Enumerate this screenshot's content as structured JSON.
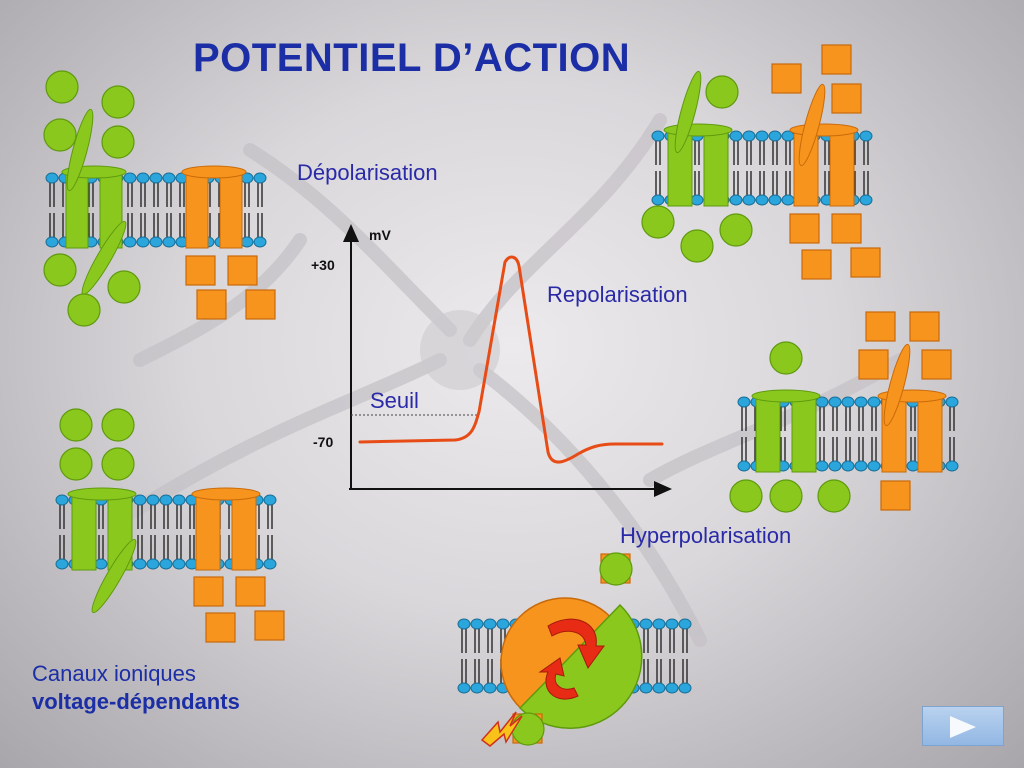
{
  "title": "POTENTIEL D’ACTION",
  "labels": {
    "depolarisation": "Dépolarisation",
    "repolarisation": "Repolarisation",
    "hyperpolarisation": "Hyperpolarisation",
    "seuil": "Seuil"
  },
  "graph": {
    "y_unit": "mV",
    "tick_top": "+30",
    "tick_bottom": "-70"
  },
  "caption": {
    "line1": "Canaux ioniques",
    "line2": "voltage-dépendants"
  },
  "colors": {
    "title": "#1c2ea6",
    "green_ion": "#8bc81e",
    "orange_ion": "#f7941d",
    "curve": "#e84c16",
    "membrane_head": "#2aa6dd"
  },
  "icons": {
    "next": "play-triangle-icon",
    "pump": "rotation-arrow-icon",
    "signal": "lightning-icon"
  }
}
